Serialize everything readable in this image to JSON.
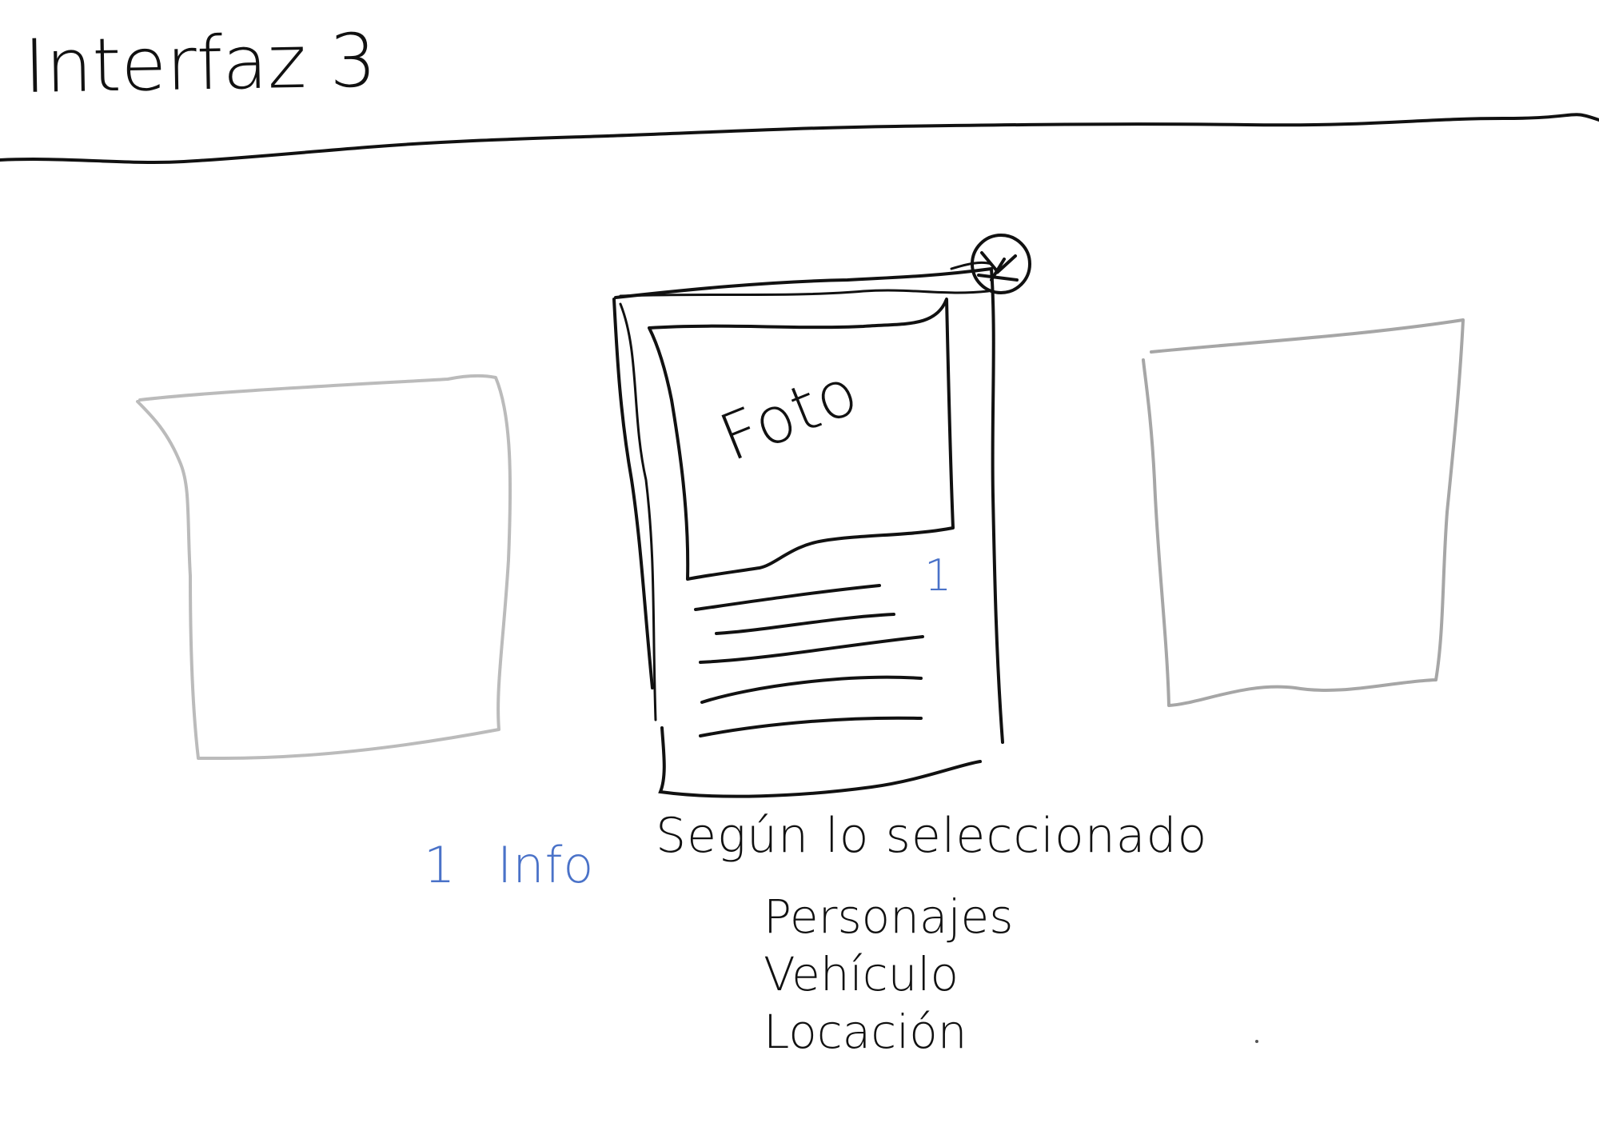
{
  "header": {
    "title": "Interfaz 3"
  },
  "carousel": {
    "left_card": {},
    "center_card": {
      "photo_label": "Foto",
      "info_marker": "1",
      "close_icon": "close-icon"
    },
    "right_card": {}
  },
  "annotation": {
    "number": "1",
    "label": "Info",
    "text": "Según lo seleccionado",
    "items": [
      "Personajes",
      "Vehículo",
      "Locación"
    ]
  },
  "colors": {
    "ink": "#111111",
    "annotation_blue": "#4a72c8",
    "inactive_card": "#b8b8b8",
    "right_card": "#a8a8a8"
  }
}
